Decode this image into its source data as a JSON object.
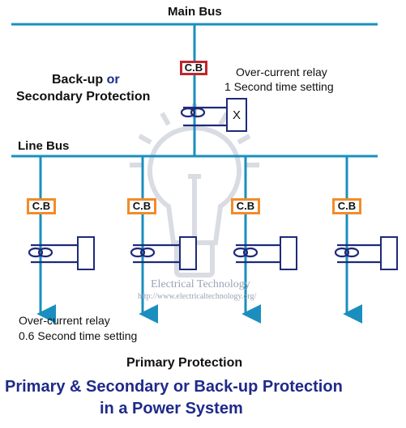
{
  "labels": {
    "main_bus": "Main Bus",
    "line_bus": "Line Bus",
    "backup_line1_prefix": "Back-up",
    "backup_line1_or": "or",
    "backup_line2": "Secondary Protection",
    "backup_relay_title": "Over-current relay",
    "backup_relay_setting": "1 Second time setting",
    "backup_relay_mark": "X",
    "primary_relay_title": "Over-current relay",
    "primary_relay_setting": "0.6 Second time setting",
    "primary_protection": "Primary Protection",
    "cb": "C.B"
  },
  "title": {
    "line1": "Primary & Secondary or Back-up Protection",
    "line2": "in a Power System"
  },
  "watermark": {
    "name": "Electrical Technology",
    "url": "http://www.electricaltechnology.org/"
  },
  "colors": {
    "bus": "#1a8fbf",
    "cb_backup": "#c0272d",
    "cb_primary": "#f28c28",
    "title": "#1f2a8a",
    "watermark": "#b8c0cc"
  }
}
